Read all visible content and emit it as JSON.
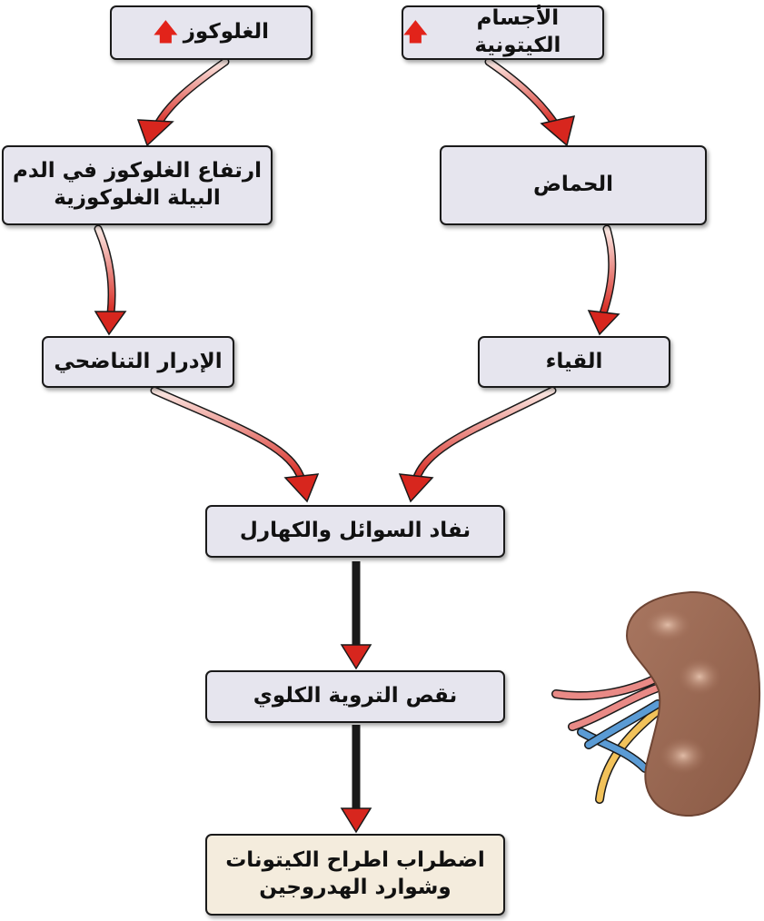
{
  "boxes": {
    "glucose": "الغلوكوز",
    "ketones": "الأجسام الكيتونية",
    "hyperglycemia_line1": "ارتفاع الغلوكوز في الدم",
    "hyperglycemia_line2": "البيلة الغلوكوزية",
    "acidosis": "الحماض",
    "osmotic_diuresis": "الإدرار التناضحي",
    "vomiting": "القياء",
    "fluid_depletion": "نفاد السوائل والكهارل",
    "renal_hypoperfusion": "نقص التروية الكلوي",
    "excretion_line1": "اضطراب اطراح الكيتونات",
    "excretion_line2": "وشوارد الهدروجين"
  },
  "increase_symbol": "🡅",
  "colors": {
    "box_fill": "#e6e5ee",
    "final_box_fill": "#f4ecdd",
    "arrow_red": "#d7261e",
    "kidney": "#9b6a52",
    "artery": "#e98a86",
    "vein": "#5a9bd5",
    "ureter": "#f2c25a"
  },
  "icons": [
    "up-arrow-icon",
    "kidney-icon"
  ]
}
